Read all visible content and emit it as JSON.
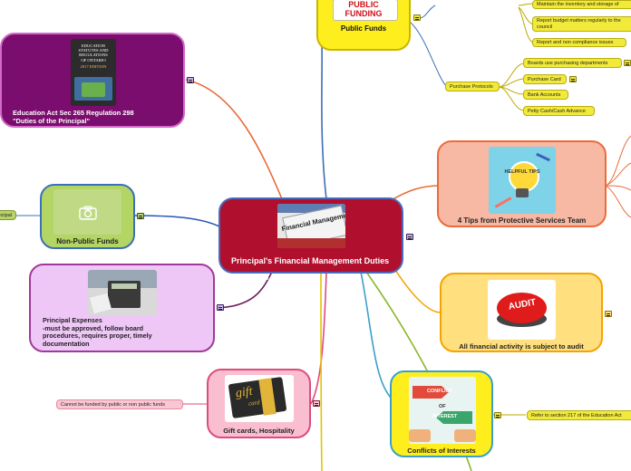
{
  "central": {
    "title": "Principal's Financial Management Duties",
    "subtitle": "By Protective Services Team",
    "image_caption": "Financial Management"
  },
  "public_funds": {
    "title": "Public Funds",
    "image_text": "PUBLIC FUNDING",
    "items": [
      "Maintain the inventory and storage of",
      "Report budget matters regularly to the council",
      "Report and non compliance issues"
    ],
    "purchase_protocols": {
      "label": "Purchase Protocols",
      "items": [
        "Boards use purchasing departments",
        "Purchase Card",
        "Bank Accounts",
        "Petty Cash/Cash Advance"
      ]
    }
  },
  "education_act": {
    "title": "Education Act Sec 265 Regulation 298 \"Duties of the Principal\"",
    "book_lines": [
      "EDUCATION",
      "STATUTES AND",
      "REGULATIONS",
      "OF ONTARIO",
      "2017 EDITION"
    ]
  },
  "tips": {
    "title": "4 Tips from Protective Services Team",
    "image_text": "HELPFUL TIPS"
  },
  "non_public_funds": {
    "title": "Non-Public Funds",
    "leaf": "Principal"
  },
  "audit": {
    "title": "All financial activity is subject to audit",
    "image_text": "AUDIT"
  },
  "expenses": {
    "title_line1": "Principal Expenses",
    "title_rest": "-must be approved, follow board procedures, requires proper, timely documentation"
  },
  "conflicts": {
    "title": "Conflicts of Interests",
    "image_top": "CONFLICT",
    "image_mid": "OF",
    "image_bottom": "INTEREST",
    "leaf": "Refer to section 217 of the Education Act"
  },
  "gift_cards": {
    "title": "Gift cards, Hospitality",
    "image_text": "gift",
    "image_sub": "card",
    "leaf": "Cannot be funded by public or non public funds"
  },
  "colors": {
    "central": "#b0102e",
    "central_border": "#4a6bbd",
    "yellow": "#ffee1e",
    "yellow_border": "#c7b700",
    "purple": "#7a0d6e",
    "purple_border": "#d36ac9",
    "salmon": "#f7b9a3",
    "salmon_border": "#ea6b3b",
    "green": "#b3d563",
    "green_border": "#3c6fb6",
    "audit_fill": "#ffdf7e",
    "audit_border": "#f5a300",
    "lavender": "#eec7f7",
    "lavender_border": "#a03a98",
    "pink": "#f9bfd0",
    "pink_border": "#e04a7c",
    "conflict_fill": "#ffee1e",
    "conflict_border": "#3aa0c9"
  }
}
